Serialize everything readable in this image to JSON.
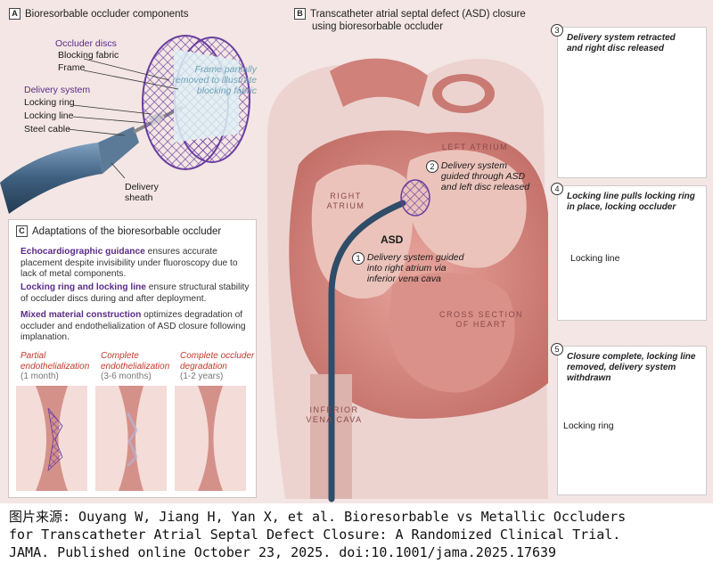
{
  "panel_a": {
    "tag": "A",
    "title": "Bioresorbable occluder components",
    "occluder_discs": "Occluder discs",
    "blocking_fabric": "Blocking fabric",
    "frame": "Frame",
    "frame_note_1": "Frame partially",
    "frame_note_2": "removed to illustrate",
    "frame_note_3": "blocking fabric",
    "delivery_system": "Delivery system",
    "locking_ring": "Locking ring",
    "locking_line": "Locking line",
    "steel_cable": "Steel cable",
    "delivery_sheath_1": "Delivery",
    "delivery_sheath_2": "sheath"
  },
  "panel_b": {
    "tag": "B",
    "title_1": "Transcatheter atrial septal defect (ASD) closure",
    "title_2": "using bioresorbable occluder",
    "left_atrium": "LEFT ATRIUM",
    "right_atrium_1": "RIGHT",
    "right_atrium_2": "ATRIUM",
    "asd": "ASD",
    "cross_section_1": "CROSS SECTION",
    "cross_section_2": "OF HEART",
    "ivc_1": "INFERIOR",
    "ivc_2": "VENA CAVA",
    "step1_num": "1",
    "step1_1": "Delivery system guided",
    "step1_2": "into right atrium via",
    "step1_3": "inferior vena cava",
    "step2_num": "2",
    "step2_1": "Delivery system",
    "step2_2": "guided through ASD",
    "step2_3": "and left disc released"
  },
  "panel_c": {
    "tag": "C",
    "title": "Adaptations of the bioresorbable occluder",
    "p1_bold": "Echocardiographic guidance",
    "p1_rest": " ensures accurate placement despite invisibility under fluoroscopy due to lack of metal components.",
    "p2_bold": "Locking ring and locking line",
    "p2_rest": " ensure structural stability of occluder discs during and after deployment.",
    "p3_bold": "Mixed material construction",
    "p3_rest": " optimizes degradation of occluder and endothelialization of ASD closure following implanation.",
    "stages": [
      {
        "line1": "Partial",
        "line2": "endothelialization",
        "sub": "(1 month)"
      },
      {
        "line1": "Complete",
        "line2": "endothelialization",
        "sub": "(3-6 months)"
      },
      {
        "line1": "Complete occluder",
        "line2": "degradation",
        "sub": "(1-2 years)"
      }
    ]
  },
  "steps_right": [
    {
      "num": "3",
      "text_1": "Delivery system retracted",
      "text_2": "and right disc released",
      "text_3": ""
    },
    {
      "num": "4",
      "text_1": "Locking line pulls locking ring",
      "text_2": "in place, locking occluder",
      "text_3": "",
      "label": "Locking line"
    },
    {
      "num": "5",
      "text_1": "Closure complete, locking line",
      "text_2": "removed, delivery system",
      "text_3": "withdrawn",
      "label": "Locking ring"
    }
  ],
  "credit": "图片来源: Ouyang W, Jiang H, Yan X, et al. Bioresorbable vs Metallic Occluders\nfor Transcatheter Atrial Septal Defect Closure: A Randomized Clinical Trial.\nJAMA. Published online October 23, 2025. doi:10.1001/jama.2025.17639",
  "colors": {
    "background": "#f3e6e4",
    "heart_tissue": "#c97a73",
    "chamber": "#e9bdb5",
    "occluder_mesh": "#6a3fa0",
    "sheath": "#3e5f7f",
    "accent_red": "#c0392b",
    "label_purple": "#5b2a86",
    "note_blue": "#6fa3b8"
  },
  "icons": [
    "occluder-mesh-illustration",
    "heart-cross-section-illustration",
    "delivery-sheath-illustration"
  ]
}
